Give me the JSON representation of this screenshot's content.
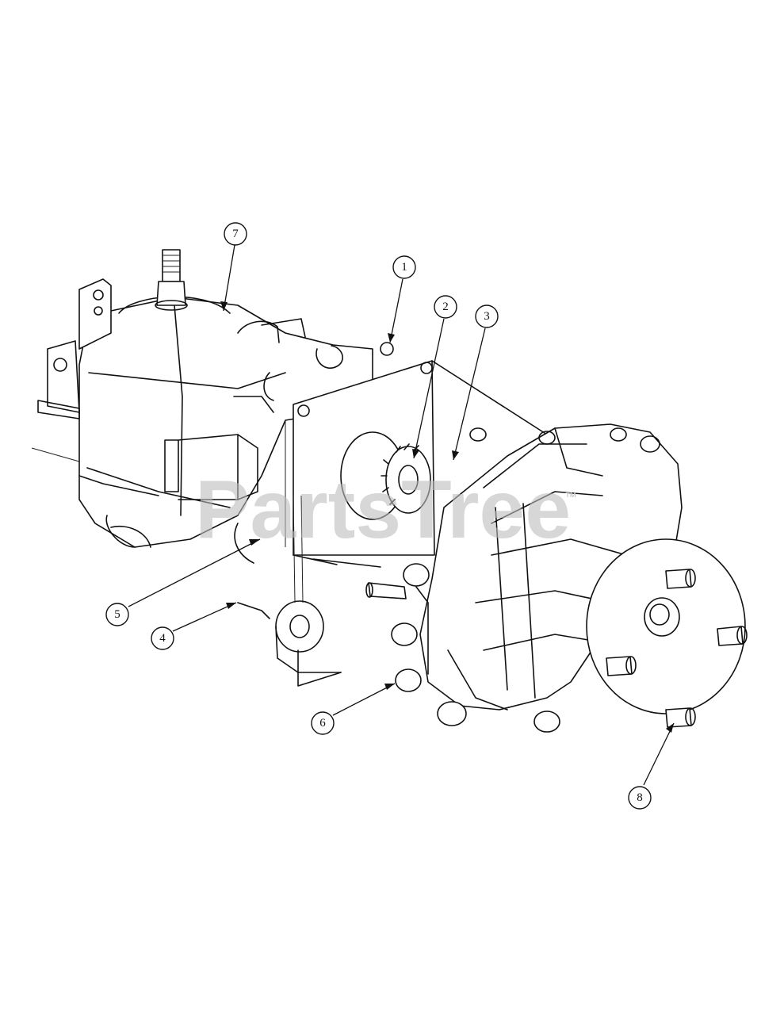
{
  "watermark": {
    "text": "PartsTree",
    "tm": "™"
  },
  "callouts": [
    {
      "id": "1",
      "label": "1"
    },
    {
      "id": "2",
      "label": "2"
    },
    {
      "id": "3",
      "label": "3"
    },
    {
      "id": "4",
      "label": "4"
    },
    {
      "id": "5",
      "label": "5"
    },
    {
      "id": "6",
      "label": "6"
    },
    {
      "id": "7",
      "label": "7"
    },
    {
      "id": "8",
      "label": "8"
    }
  ]
}
